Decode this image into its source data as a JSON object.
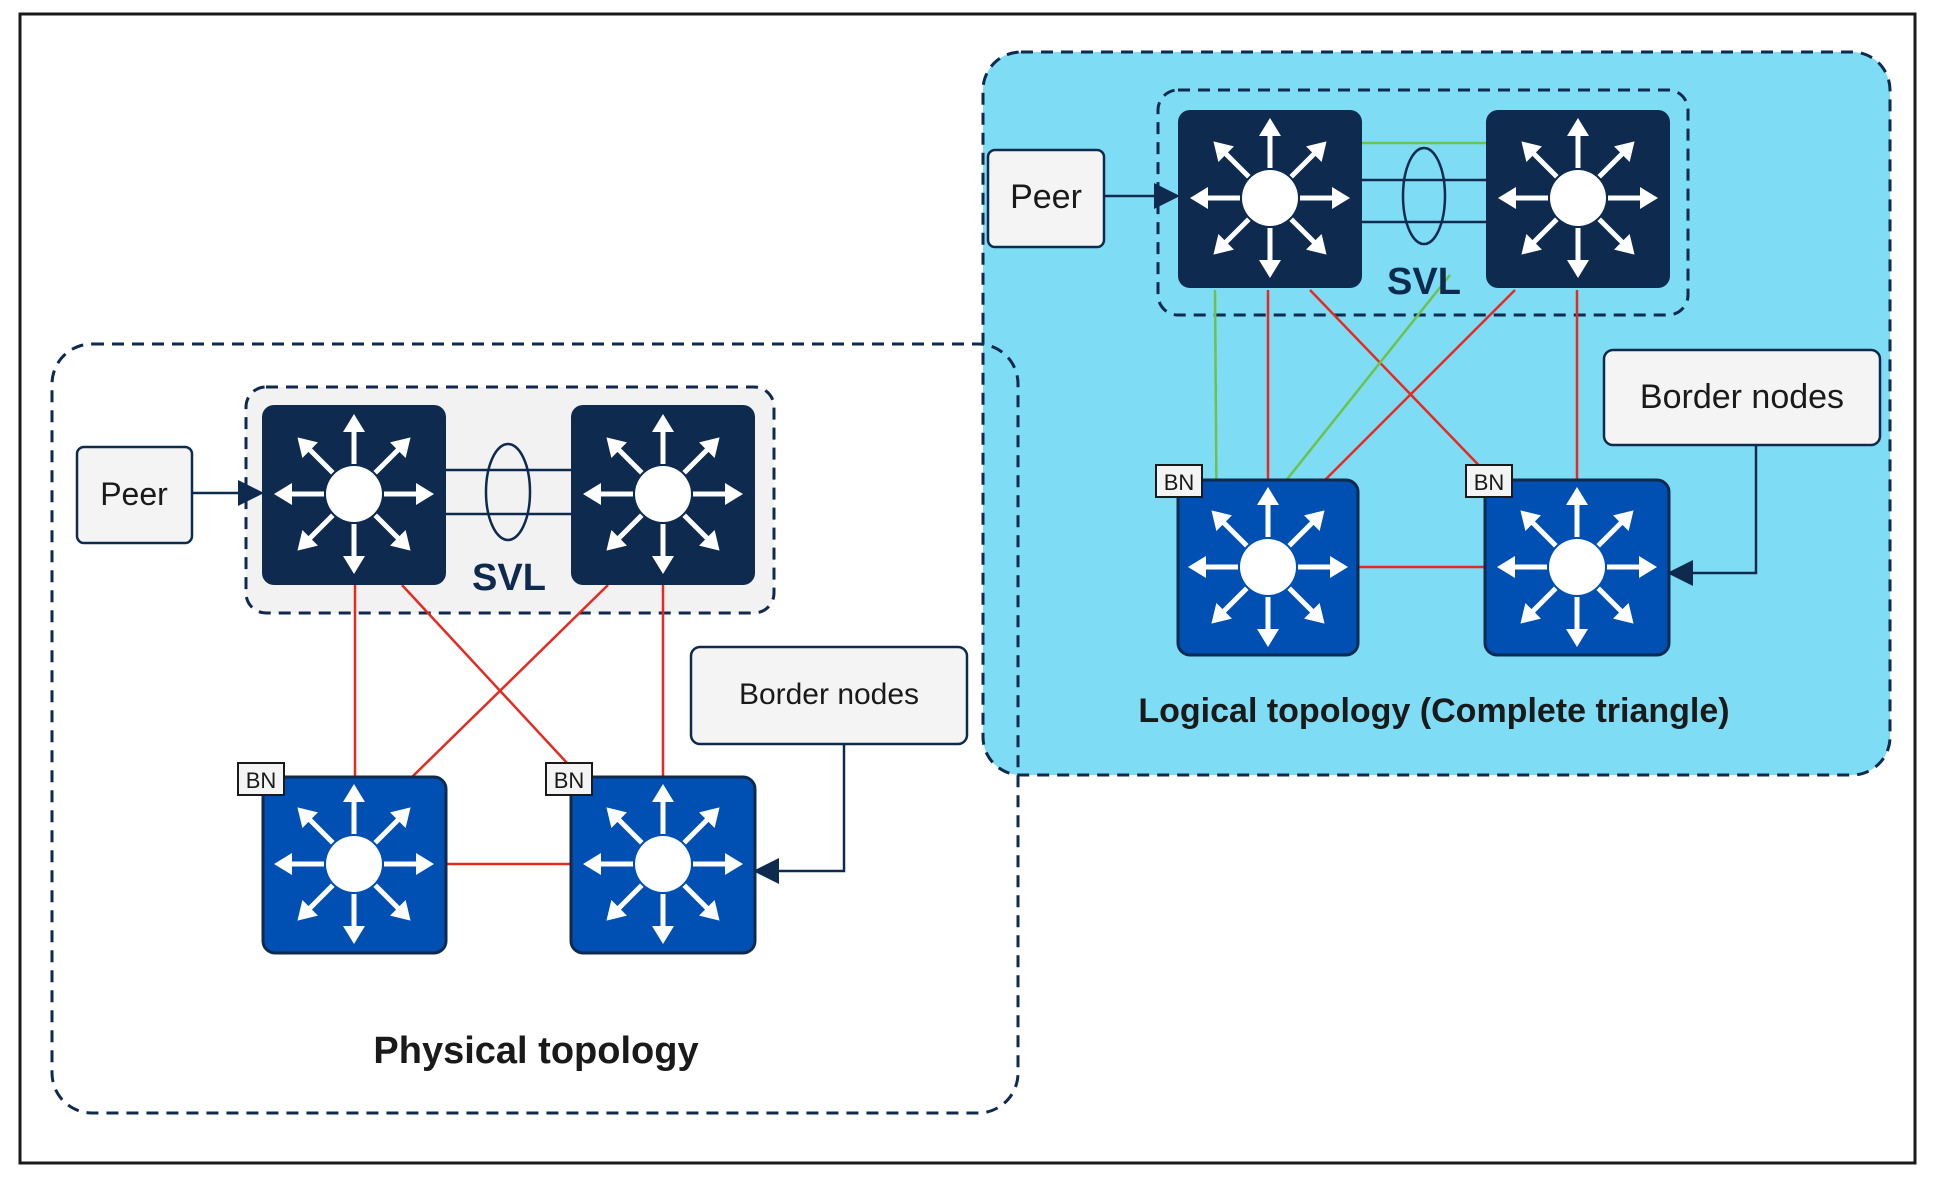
{
  "physical": {
    "peer_label": "Peer",
    "svl_label": "SVL",
    "border_label": "Border nodes",
    "bn_left": "BN",
    "bn_right": "BN",
    "caption": "Physical topology"
  },
  "logical": {
    "peer_label": "Peer",
    "svl_label": "SVL",
    "border_label": "Border nodes",
    "bn_left": "BN",
    "bn_right": "BN",
    "caption": "Logical topology (Complete triangle)"
  },
  "colors": {
    "frame": "#1a1a1a",
    "logical_bg": "#7fdcf5",
    "svl_group_bg": "#f2f2f2",
    "core_switch": "#0e2a4e",
    "border_switch": "#0050b3",
    "physical_link": "#e52a22",
    "logical_link": "#6cc24a",
    "dashed_border": "#0e2a4e",
    "label_box_bg": "#f4f4f4"
  },
  "icons": {
    "switch": "layer3-switch-icon",
    "arrow": "arrow-icon",
    "svl": "virtual-link-ellipse-icon"
  }
}
